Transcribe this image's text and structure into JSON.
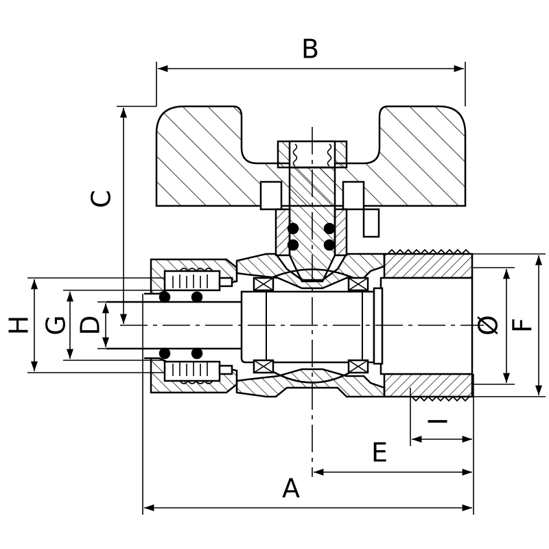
{
  "labels": {
    "A": "A",
    "B": "B",
    "C": "C",
    "D": "D",
    "E": "E",
    "F": "F",
    "G": "G",
    "H": "H",
    "I": "I",
    "diameter": "Ø"
  },
  "colors": {
    "line": "#000000",
    "background": "#ffffff"
  }
}
